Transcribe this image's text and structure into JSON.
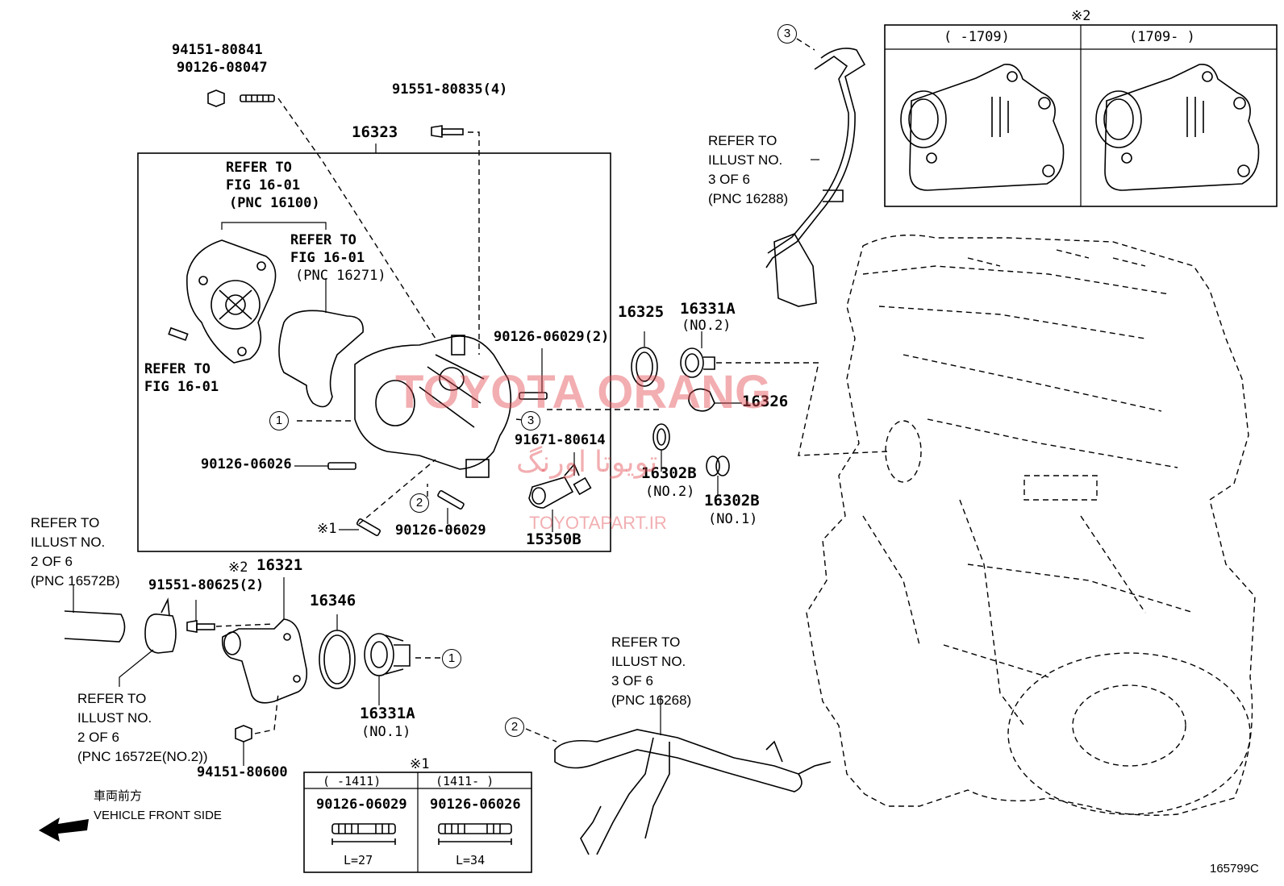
{
  "figure_code": "165799C",
  "watermark": {
    "brand": "TOYOTA ORANG",
    "persian": "تویوتا اورنگ",
    "url": "TOYOTAPART.IR",
    "color": "#e24b52"
  },
  "assembly": {
    "part_no": "16323"
  },
  "references": {
    "pump": {
      "line1": "REFER TO",
      "line2": "FIG 16-01",
      "line3": "(PNC 16100)"
    },
    "gasket": {
      "line1": "REFER TO",
      "line2": "FIG 16-01",
      "line3": "(PNC 16271)"
    },
    "bolt": {
      "line1": "REFER TO",
      "line2": "FIG 16-01"
    },
    "pipe3": {
      "line1": "REFER TO",
      "line2": "ILLUST NO.",
      "line3": "3 OF 6",
      "line4": "(PNC 16288)"
    },
    "hose_left": {
      "line1": "REFER TO",
      "line2": "ILLUST NO.",
      "line3": "2 OF 6",
      "line4": "(PNC 16572B)"
    },
    "hose_left2": {
      "line1": "REFER TO",
      "line2": "ILLUST NO.",
      "line3": "2 OF 6",
      "line4": "(PNC 16572E(NO.2))"
    },
    "pipe2": {
      "line1": "REFER TO",
      "line2": "ILLUST NO.",
      "line3": "3 OF 6",
      "line4": "(PNC 16268)"
    }
  },
  "parts": {
    "p94151_80841": "94151-80841",
    "p90126_08047": "90126-08047",
    "p91551_80835": "91551-80835(4)",
    "p90126_06029_2": "90126-06029(2)",
    "p90126_06026": "90126-06026",
    "p90126_06029": "90126-06029",
    "p91671_80614": "91671-80614",
    "p15350B": "15350B",
    "p16325": "16325",
    "p16331A_top": "16331A",
    "p16331A_top_sub": "(NO.2)",
    "p16326": "16326",
    "p16302B_a": "16302B",
    "p16302B_a_sub": "(NO.2)",
    "p16302B_b": "16302B",
    "p16302B_b_sub": "(NO.1)",
    "p16321_mark": "※2",
    "p16321": "16321",
    "p91551_80625": "91551-80625(2)",
    "p16346": "16346",
    "p16331A_bottom": "16331A",
    "p16331A_bottom_sub": "(NO.1)",
    "p94151_80600": "94151-80600",
    "note_x1": "※1"
  },
  "callouts": {
    "c1": "1",
    "c2": "2",
    "c3": "3"
  },
  "table1": {
    "mark": "※1",
    "col1_header": "(      -1411)",
    "col2_header": "(1411-      )",
    "col1_part": "90126-06029",
    "col2_part": "90126-06026",
    "col1_len": "L=27",
    "col2_len": "L=34"
  },
  "table2": {
    "mark": "※2",
    "col1_header": "(      -1709)",
    "col2_header": "(1709-      )"
  },
  "direction": {
    "jp": "車両前方",
    "en": "VEHICLE FRONT SIDE"
  }
}
